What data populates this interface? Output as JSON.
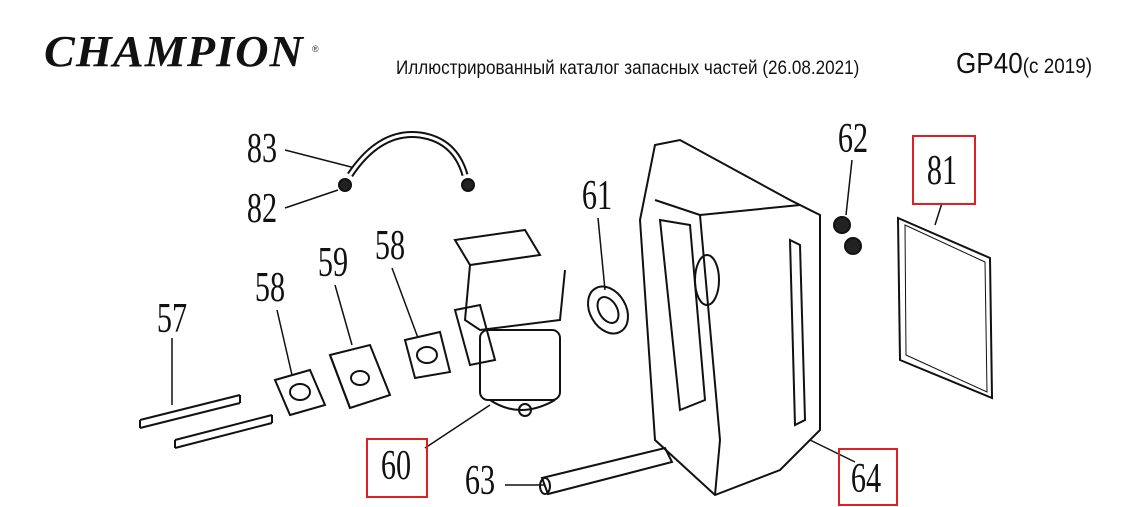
{
  "header": {
    "logo": "CHAMPION",
    "logo_mark": "®",
    "subtitle": "Иллюстрированный каталог запасных частей (26.08.2021)",
    "model": "GP40",
    "model_note": "(с 2019)"
  },
  "callouts": [
    {
      "id": "83",
      "highlighted": false
    },
    {
      "id": "82",
      "highlighted": false
    },
    {
      "id": "59",
      "highlighted": false
    },
    {
      "id": "58",
      "highlighted": false
    },
    {
      "id": "58",
      "highlighted": false
    },
    {
      "id": "57",
      "highlighted": false
    },
    {
      "id": "60",
      "highlighted": true
    },
    {
      "id": "61",
      "highlighted": false
    },
    {
      "id": "62",
      "highlighted": false
    },
    {
      "id": "81",
      "highlighted": true
    },
    {
      "id": "63",
      "highlighted": false
    },
    {
      "id": "64",
      "highlighted": true
    }
  ],
  "colors": {
    "highlight": "#e02020",
    "line": "#111111"
  }
}
